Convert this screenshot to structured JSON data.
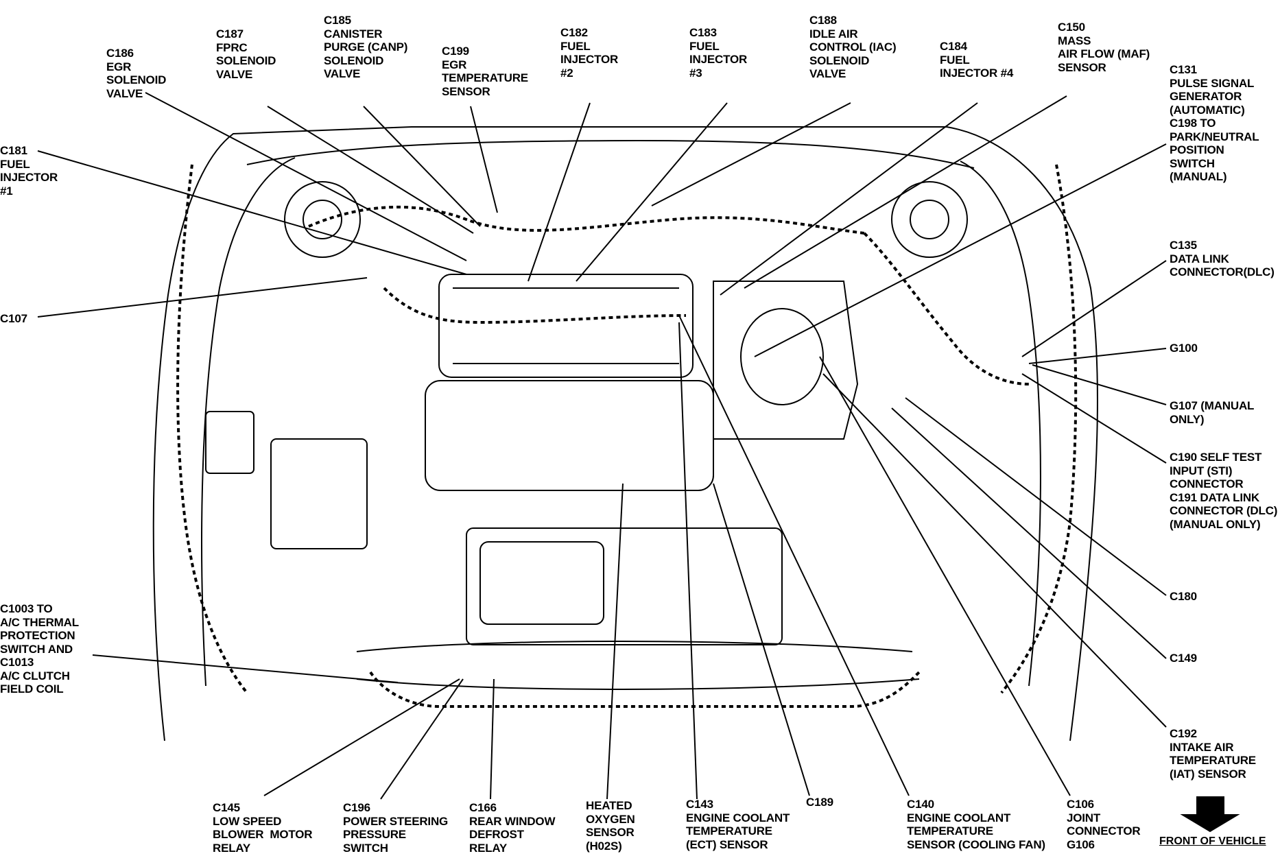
{
  "labels": {
    "c186": "C186\nEGR\nSOLENOID\nVALVE",
    "c187": "C187\nFPRC\nSOLENOID\nVALVE",
    "c185": "C185\nCANISTER\nPURGE (CANP)\nSOLENOID\nVALVE",
    "c199": "C199\nEGR\nTEMPERATURE\nSENSOR",
    "c182": "C182\nFUEL\nINJECTOR\n#2",
    "c183": "C183\nFUEL\nINJECTOR\n#3",
    "c188": "C188\nIDLE AIR\nCONTROL (IAC)\nSOLENOID\nVALVE",
    "c184": "C184\nFUEL\nINJECTOR #4",
    "c150": "C150\nMASS\nAIR FLOW (MAF)\nSENSOR",
    "c131": "C131\nPULSE SIGNAL\nGENERATOR\n(AUTOMATIC)\nC198 TO\nPARK/NEUTRAL\nPOSITION\nSWITCH\n(MANUAL)",
    "c181": "C181\nFUEL\nINJECTOR\n#1",
    "c107": "C107",
    "c135": "C135\nDATA LINK\nCONNECTOR(DLC)",
    "g100": "G100",
    "g107": "G107 (MANUAL\nONLY)",
    "c190": "C190 SELF TEST\nINPUT (STI)\nCONNECTOR\nC191 DATA LINK\nCONNECTOR (DLC)\n(MANUAL ONLY)",
    "c180": "C180",
    "c149": "C149",
    "c192": "C192\nINTAKE AIR\nTEMPERATURE\n(IAT) SENSOR",
    "c1003": "C1003 TO\nA/C THERMAL\nPROTECTION\nSWITCH AND\nC1013\nA/C CLUTCH\nFIELD COIL",
    "c145": "C145\nLOW SPEED\nBLOWER  MOTOR\nRELAY",
    "c196": "C196\nPOWER STEERING\nPRESSURE\nSWITCH",
    "c166": "C166\nREAR WINDOW\nDEFROST\nRELAY",
    "h02s": "HEATED\nOXYGEN\nSENSOR\n(H02S)",
    "c143": "C143\nENGINE COOLANT\nTEMPERATURE\n(ECT) SENSOR",
    "c189": "C189",
    "c140": "C140\nENGINE COOLANT\nTEMPERATURE\nSENSOR (COOLING FAN)",
    "c106": "C106\nJOINT\nCONNECTOR\nG106"
  },
  "front_of_vehicle": "FRONT OF VEHICLE"
}
